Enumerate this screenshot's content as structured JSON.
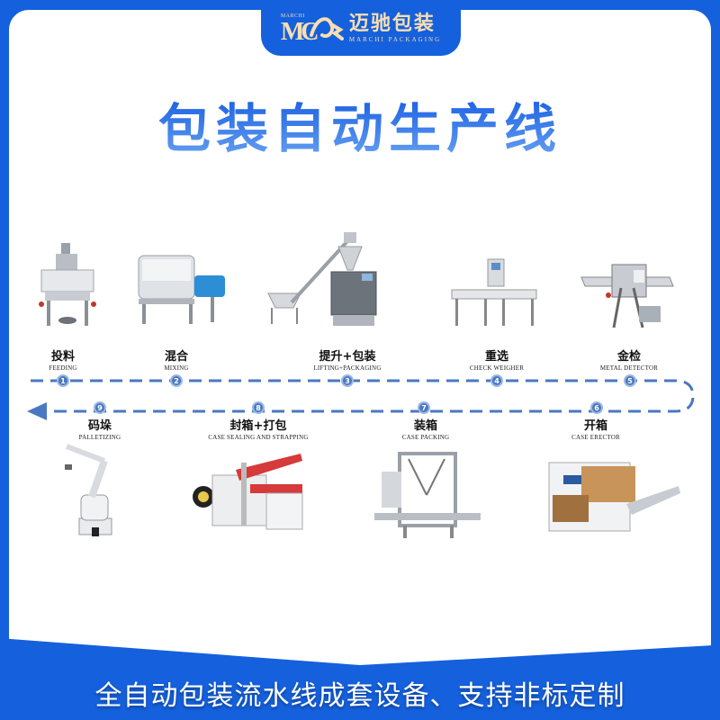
{
  "brand": {
    "logo_small": "MARCHI",
    "logo_mark": "MC",
    "name_cn": "迈驰包装",
    "name_en": "MARCHI PACKAGING"
  },
  "title": "包装自动生产线",
  "colors": {
    "brand_blue": "#1560dc",
    "logo_gold": "#f8deb0",
    "flow_line": "#4a78c2"
  },
  "steps": [
    {
      "num": "1",
      "cn": "投料",
      "en": "FEEDING",
      "machine": "feeding-machine"
    },
    {
      "num": "2",
      "cn": "混合",
      "en": "MIXING",
      "machine": "ribbon-mixer"
    },
    {
      "num": "3",
      "cn": "提升+包装",
      "en": "LIFTING+PACKAGING",
      "machine": "screw-conveyor-vffs"
    },
    {
      "num": "4",
      "cn": "重选",
      "en": "CHECK WEIGHER",
      "machine": "check-weigher"
    },
    {
      "num": "5",
      "cn": "金检",
      "en": "METAL DETECTOR",
      "machine": "metal-detector"
    },
    {
      "num": "6",
      "cn": "开箱",
      "en": "CASE ERECTOR",
      "machine": "case-erector"
    },
    {
      "num": "7",
      "cn": "装箱",
      "en": "CASE PACKING",
      "machine": "case-packer"
    },
    {
      "num": "8",
      "cn": "封箱+打包",
      "en": "CASE SEALING AND STRAPPING",
      "machine": "case-sealer-strapper"
    },
    {
      "num": "9",
      "cn": "码垛",
      "en": "PALLETIZING",
      "machine": "palletizing-robot"
    }
  ],
  "footer": "全自动包装流水线成套设备、支持非标定制"
}
